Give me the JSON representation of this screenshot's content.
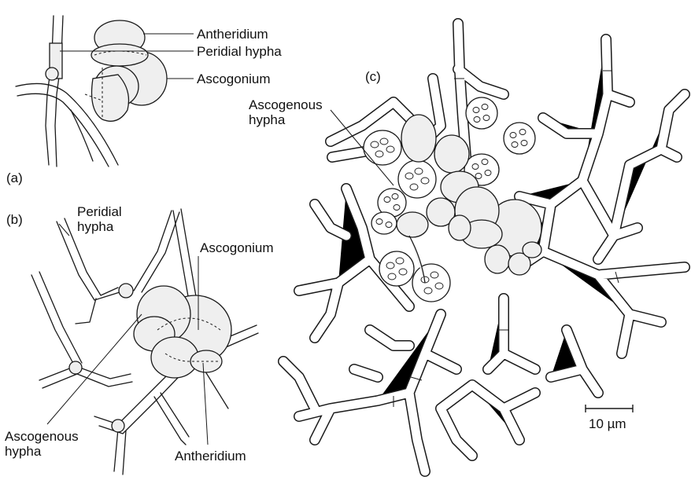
{
  "figure": {
    "panels": [
      {
        "id": "a",
        "panel_label": "(a)",
        "labels": {
          "antheridium": "Antheridium",
          "peridial_hypha": "Peridial hypha",
          "ascogonium": "Ascogonium"
        }
      },
      {
        "id": "b",
        "panel_label": "(b)",
        "labels": {
          "peridial_hypha": "Peridial\nhypha",
          "ascogonium": "Ascogonium",
          "ascogenous_hypha": "Ascogenous\nhypha",
          "antheridium": "Antheridium"
        }
      },
      {
        "id": "c",
        "panel_label": "(c)",
        "labels": {
          "ascogenous_hypha": "Ascogenous\nhypha"
        },
        "scale_bar": "10 µm"
      }
    ]
  }
}
